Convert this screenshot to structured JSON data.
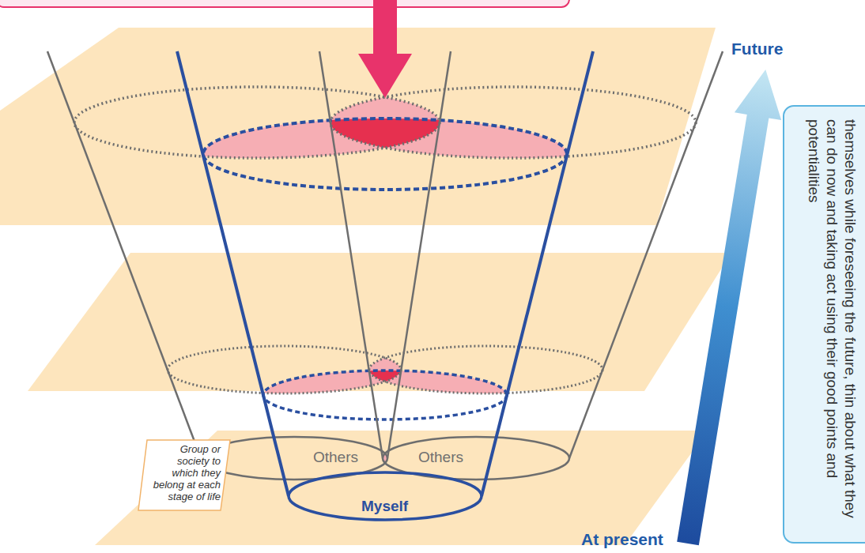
{
  "diagram": {
    "nodes": [
      {
        "text": [
          "Group or society to which they belong at each stage of life"
        ]
      },
      {
        "text": [
          "Others"
        ]
      },
      {
        "text": [
          "Others"
        ]
      },
      {
        "text": [
          "Myself"
        ]
      },
      {
        "text": [
          "themselves while foreseeing the future, thin about what they can do now and taking act using their good points and potentialities"
        ]
      }
    ],
    "labels": [
      "Future",
      "At present"
    ]
  }
}
